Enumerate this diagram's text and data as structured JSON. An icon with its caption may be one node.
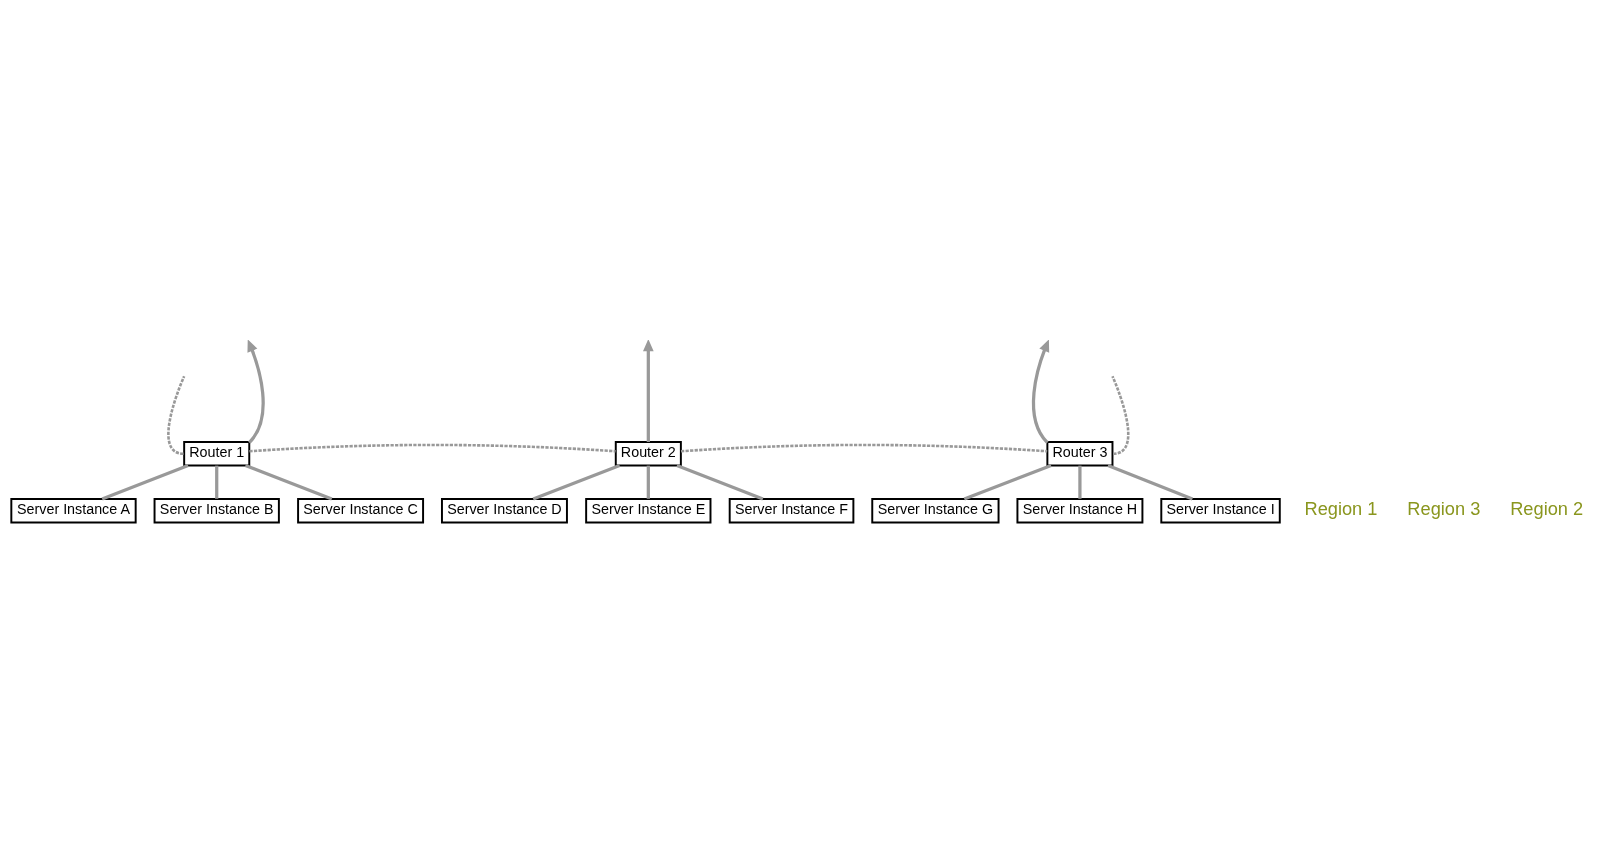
{
  "diagram": {
    "nodes": [
      {
        "text": [
          "Router 1"
        ]
      },
      {
        "text": [
          "Server Instance A"
        ]
      },
      {
        "text": [
          "Server Instance B"
        ]
      },
      {
        "text": [
          "Server Instance C"
        ]
      },
      {
        "text": [
          "Router 2"
        ]
      },
      {
        "text": [
          "Server Instance D"
        ]
      },
      {
        "text": [
          "Server Instance E"
        ]
      },
      {
        "text": [
          "Server Instance F"
        ]
      },
      {
        "text": [
          "Router 3"
        ]
      },
      {
        "text": [
          "Server Instance G"
        ]
      },
      {
        "text": [
          "Server Instance H"
        ]
      },
      {
        "text": [
          "Server Instance I"
        ]
      }
    ],
    "edges": [
      {
        "from": 1,
        "to": 0,
        "arrow": "none"
      },
      {
        "from": 2,
        "to": 0,
        "arrow": "none"
      },
      {
        "from": 3,
        "to": 0,
        "arrow": "none"
      },
      {
        "from": 5,
        "to": 4,
        "arrow": "none"
      },
      {
        "from": 6,
        "to": 4,
        "arrow": "none"
      },
      {
        "from": 7,
        "to": 4,
        "arrow": "none"
      },
      {
        "from": 9,
        "to": 8,
        "arrow": "none"
      },
      {
        "from": 10,
        "to": 8,
        "arrow": "none"
      },
      {
        "from": 11,
        "to": 8,
        "arrow": "none"
      },
      {
        "from": 0,
        "to": null,
        "arrow": "to"
      },
      {
        "from": 4,
        "to": null,
        "arrow": "to"
      },
      {
        "from": 8,
        "to": null,
        "arrow": "to"
      },
      {
        "from": 0,
        "to": null,
        "arrow": "none",
        "style": "dashed"
      },
      {
        "from": 0,
        "to": 4,
        "arrow": "none",
        "style": "dashed"
      },
      {
        "from": 4,
        "to": 8,
        "arrow": "none",
        "style": "dashed"
      },
      {
        "from": 8,
        "to": null,
        "arrow": "none",
        "style": "dashed"
      }
    ],
    "labels": [
      "Region 1",
      "Region 3",
      "Region 2"
    ]
  }
}
